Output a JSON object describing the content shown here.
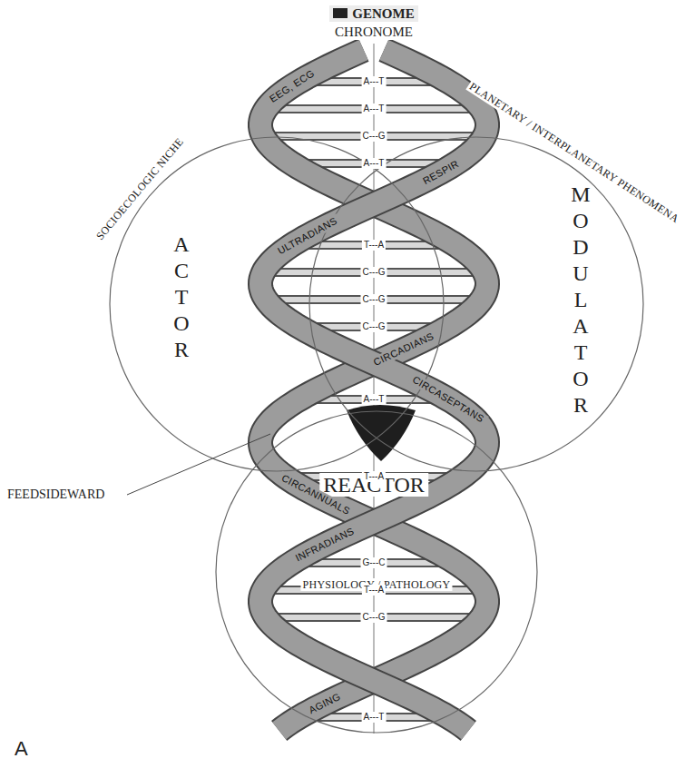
{
  "diagram": {
    "nodes": [
      {
        "text": [
          "ACTOR",
          "SOCIOECOLOGIC NICHE"
        ]
      },
      {
        "text": [
          "MODULATOR",
          "PLANETARY / INTERPLANETARY PHENOMENA"
        ]
      },
      {
        "text": [
          "REACTOR",
          "PHYSIOLOGY / PATHOLOGY"
        ]
      }
    ],
    "labels": [
      "CHRONOME",
      "EEG, ECG",
      "RESPIR",
      "ULTRADIANS",
      "CIRCADIANS",
      "CIRCASEPTANS",
      "CIRCANNUALS",
      "INFRADIANS",
      "AGING",
      "A---T",
      "A---T",
      "C---G",
      "A---T",
      "T---A",
      "C---G",
      "C---G",
      "C---G",
      "A---T",
      "T---A",
      "G---C",
      "T---A",
      "C---G",
      "A---T",
      "FEEDSIDEWARD",
      "A"
    ],
    "legend": [
      {
        "text": "GENOME",
        "color": "#222222"
      }
    ]
  }
}
